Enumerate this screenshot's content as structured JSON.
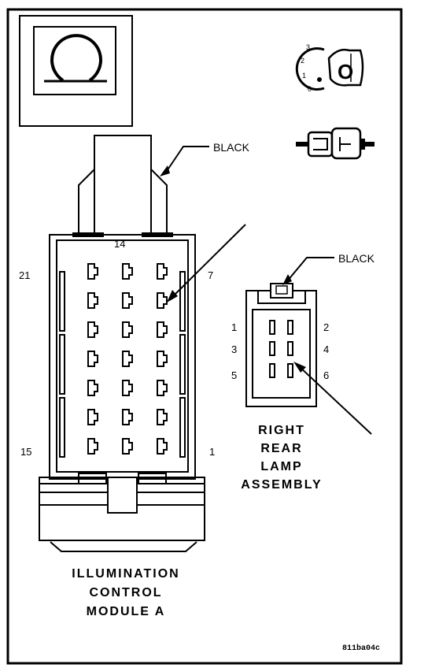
{
  "connector_a": {
    "wire_color": "BLACK",
    "pins": {
      "top": "14",
      "top_left": "21",
      "top_right": "7",
      "bottom_left": "15",
      "bottom_right": "1"
    },
    "title": [
      "ILLUMINATION",
      "CONTROL",
      "MODULE A"
    ]
  },
  "connector_b": {
    "wire_color": "BLACK",
    "pins": [
      "1",
      "2",
      "3",
      "4",
      "5",
      "6"
    ],
    "title": [
      "RIGHT",
      "REAR",
      "LAMP",
      "ASSEMBLY"
    ]
  },
  "ignition_switch": {
    "positions": [
      "3",
      "2",
      "1",
      "0"
    ],
    "key_label": "O"
  },
  "figure_code": "811ba04c"
}
